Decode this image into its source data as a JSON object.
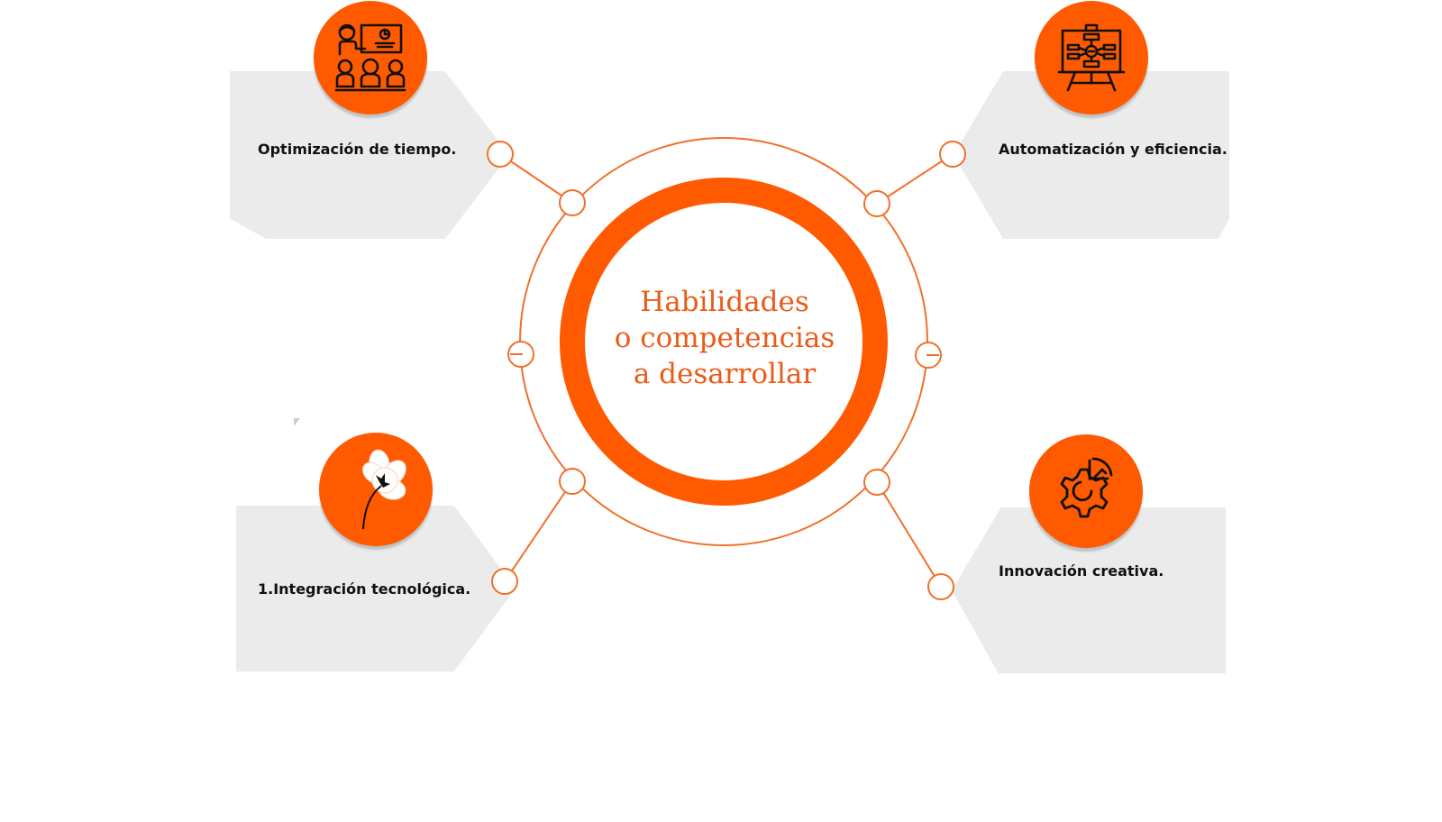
{
  "center": {
    "title_lines": [
      "Habilidades",
      "o competencias",
      "a desarrollar"
    ]
  },
  "items": [
    {
      "label": "Optimización de tiempo.",
      "icon": "teacher-presentation-icon"
    },
    {
      "label": "Automatización y eficiencia.",
      "icon": "flowchart-easel-icon"
    },
    {
      "label": "1.Integración tecnológica.",
      "icon": "flower-icon"
    },
    {
      "label": "Innovación creativa.",
      "icon": "gear-chart-icon"
    }
  ],
  "colors": {
    "accent": "#ff5a00",
    "title": "#ea5b19",
    "panel": "#ebebeb",
    "text": "#111111"
  }
}
